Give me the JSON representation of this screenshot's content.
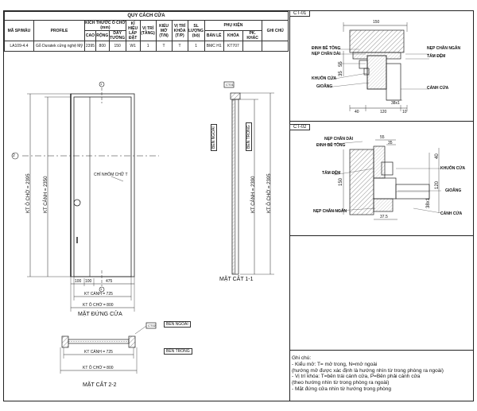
{
  "table": {
    "title": "QUY CÁCH CỬA",
    "headers": {
      "ma": "MÃ SP/MẪU",
      "profile": "PROFILE",
      "kich_thuoc": "KÍCH THƯỚC Ô CHỜ (mm)",
      "cao": "CAO",
      "rong": "RỘNG",
      "day_tuong": "DÀY TƯỜNG",
      "ky_hieu": "KÍ HIỆU LẮP ĐẶT",
      "vi_tri_tang": "VỊ TRÍ (TẦNG)",
      "kieu_mo": "KIỂU MỞ (T/N)",
      "vi_tri_khoa": "VỊ TRÍ KHÓA (T/P)",
      "so_luong": "SL LƯỢNG (bộ)",
      "phu_kien": "PHỤ KIỆN",
      "ban_le": "BẢN LỀ",
      "khoa": "KHÓA",
      "pk_khac": "PK. KHÁC",
      "ghi_chu": "GHI CHÚ"
    },
    "row": {
      "ma": "LA109-4.4",
      "profile": "Gỗ Duratek cửng nghệ Mỹ",
      "cao": "2395",
      "rong": "800",
      "day_tuong": "150",
      "ky_hieu": "W1",
      "vi_tri_tang": "1",
      "kieu_mo": "T",
      "vi_tri_khoa": "T",
      "so_luong": "1",
      "ban_le": "BMC H1",
      "khoa": "KT707",
      "pk_khac": "",
      "ghi_chu": ""
    }
  },
  "elevation": {
    "kt_o_cho_h": "KT Ô CHỜ = 2395",
    "kt_canh_h": "KT CÁNH = 2350",
    "chi_nhom": "CHỈ NHÔM CHỮ T",
    "dim_100a": "100",
    "dim_100b": "100",
    "dim_475": "475",
    "kt_canh_w": "KT CÁNH = 725",
    "kt_o_cho_w": "KT Ô CHỜ = 800",
    "caption": "MẶT ĐỨNG CỬA",
    "marker_2": "2",
    "marker_1": "1",
    "marker_1b": "1"
  },
  "section11": {
    "ct_tag": "CT01",
    "ben_ngoai": "BÊN NGOÀI",
    "ben_trong": "BÊN TRONG",
    "kt_canh_h": "KT CÁNH = 2390",
    "kt_o_cho_h": "KT Ô CHỜ = 2395",
    "caption": "MẶT CẮT 1-1"
  },
  "section22": {
    "ct_tag": "CT02",
    "ben_ngoai": "BÊN NGOÀI",
    "ben_trong": "BÊN TRONG",
    "kt_canh_w": "KT CÁNH = 725",
    "kt_o_cho_w": "KT Ô CHỜ = 800",
    "caption": "MẶT CẮT 2-2"
  },
  "ct01": {
    "title": "CT-01",
    "dim_150": "150",
    "dinh_be_tong": "ĐINH BÊ TÔNG",
    "nep_chan_dai": "NẸP CHÂN DÀI",
    "nep_chan_ngan": "NẸP CHÂN NGẮN",
    "tam_dem": "TẤM ĐỆM",
    "khuon_cua": "KHUÔN CỬA",
    "gioang": "GIOĂNG",
    "canh_cua": "CÁNH CỬA",
    "dim_55": "55",
    "dim_35": "35",
    "dim_38x1": "38x1",
    "dim_40": "40",
    "dim_120": "120",
    "dim_10": "10"
  },
  "ct02": {
    "title": "CT-02",
    "nep_chan_dai": "NẸP CHÂN DÀI",
    "dinh_be_tong": "ĐINH BÊ TÔNG",
    "dim_55": "55",
    "dim_35": "35",
    "tam_dem": "TẤM ĐỆM",
    "khuon_cua": "KHUÔN CỬA",
    "dim_150": "150",
    "dim_40": "40",
    "dim_120": "120",
    "gioang": "GIOĂNG",
    "dim_38x1": "38x1",
    "nep_chan_ngan": "NẸP CHÂN NGẮN",
    "dim_37_5": "37.5",
    "canh_cua": "CÁNH CỬA"
  },
  "notes": {
    "title": "Ghi chú:",
    "lines": [
      "- Kiểu mở: T= mở trong, N=mở ngoài",
      "(hướng mở được xác định là hướng nhìn từ trong phòng ra ngoài)",
      "- Vị trí khóa: T=bên trái cánh cửa, P=Bên phải cánh cửa",
      "(theo hướng nhìn từ trong phòng ra ngoài)",
      "- Mặt đứng cửa nhìn từ hướng trong phòng"
    ]
  }
}
